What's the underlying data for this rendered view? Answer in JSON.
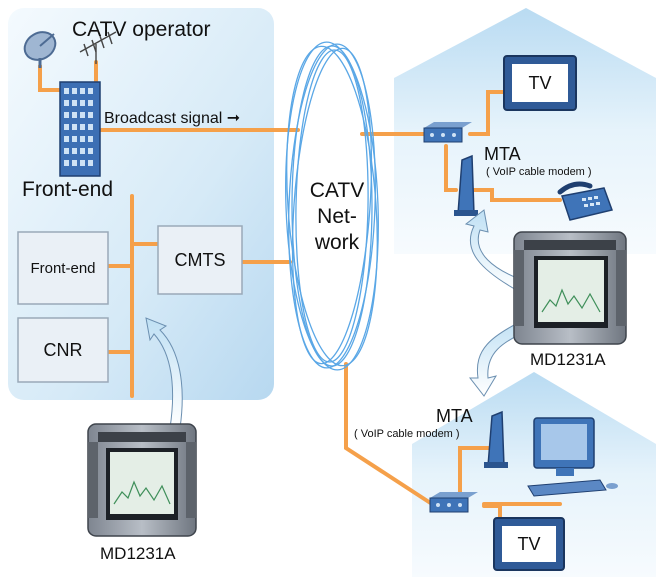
{
  "operator": {
    "title": "CATV operator",
    "broadcast_signal": "Broadcast signal",
    "arrow": "➞",
    "section_label": "Front-end",
    "boxes": {
      "front_end": "Front-end",
      "cmts": "CMTS",
      "cnr": "CNR"
    }
  },
  "network": {
    "line1": "CATV",
    "line2": "Net-",
    "line3": "work"
  },
  "home_top": {
    "tv": "TV",
    "mta": "MTA",
    "mta_sub": "( VoIP cable modem )"
  },
  "home_bottom": {
    "tv": "TV",
    "mta": "MTA",
    "mta_sub": "( VoIP cable modem )"
  },
  "instruments": {
    "right": "MD1231A",
    "left": "MD1231A"
  },
  "colors": {
    "region_blue": "#cfe6f5",
    "cable_orange": "#f5a04a",
    "device_blue": "#3f74b8",
    "box_gray": "#e8eef4",
    "arrow_fill": "#d7ecf8"
  }
}
